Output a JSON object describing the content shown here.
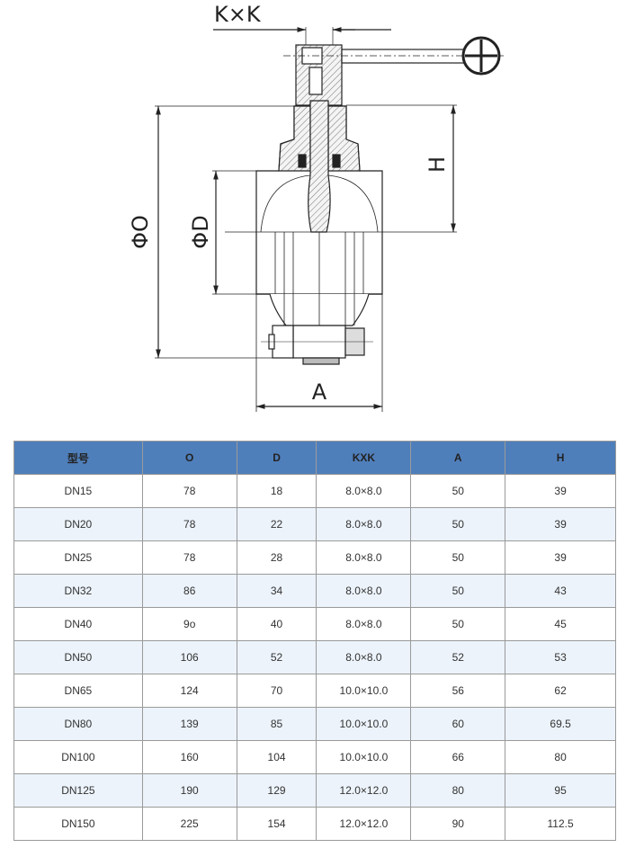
{
  "drawing": {
    "labels": {
      "kxk": "K×K",
      "phi_o": "ΦO",
      "phi_d": "ΦD",
      "h": "H",
      "a": "A"
    }
  },
  "table": {
    "headers": [
      "型号",
      "O",
      "D",
      "KXK",
      "A",
      "H"
    ],
    "rows": [
      [
        "DN15",
        "78",
        "18",
        "8.0×8.0",
        "50",
        "39"
      ],
      [
        "DN20",
        "78",
        "22",
        "8.0×8.0",
        "50",
        "39"
      ],
      [
        "DN25",
        "78",
        "28",
        "8.0×8.0",
        "50",
        "39"
      ],
      [
        "DN32",
        "86",
        "34",
        "8.0×8.0",
        "50",
        "43"
      ],
      [
        "DN40",
        "9o",
        "40",
        "8.0×8.0",
        "50",
        "45"
      ],
      [
        "DN50",
        "106",
        "52",
        "8.0×8.0",
        "52",
        "53"
      ],
      [
        "DN65",
        "124",
        "70",
        "10.0×10.0",
        "56",
        "62"
      ],
      [
        "DN80",
        "139",
        "85",
        "10.0×10.0",
        "60",
        "69.5"
      ],
      [
        "DN100",
        "160",
        "104",
        "10.0×10.0",
        "66",
        "80"
      ],
      [
        "DN125",
        "190",
        "129",
        "12.0×12.0",
        "80",
        "95"
      ],
      [
        "DN150",
        "225",
        "154",
        "12.0×12.0",
        "90",
        "112.5"
      ]
    ]
  },
  "colors": {
    "header_bg": "#4f7fbb",
    "alt_row_bg": "#ecf3fb",
    "border": "#9a9a9a"
  }
}
